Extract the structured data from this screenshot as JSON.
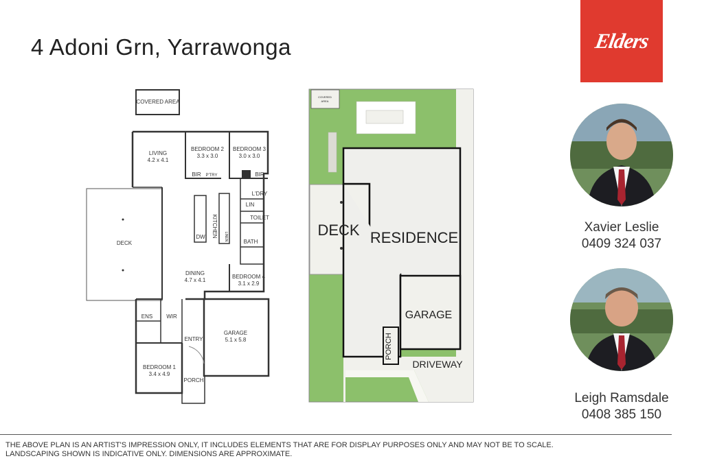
{
  "listing": {
    "address": "4 Adoni Grn, Yarrawonga"
  },
  "brand": {
    "logo_text": "Elders",
    "color": "#e03a2f"
  },
  "floor_plan": {
    "covered_area": "COVERED AREA",
    "living": "LIVING",
    "living_dim": "4.2 x 4.1",
    "bedroom2": "BEDROOM 2",
    "bedroom2_dim": "3.3 x 3.0",
    "bedroom3": "BEDROOM 3",
    "bedroom3_dim": "3.0 x 3.0",
    "bir": "BIR",
    "ptry": "P'TRY",
    "laundry": "L'DRY",
    "lin": "LIN",
    "toilet": "TOILET",
    "bath": "BATH",
    "kitchen": "KITCHEN",
    "dw": "DW",
    "linen": "LINEN",
    "deck": "DECK",
    "dining": "DINING",
    "dining_dim": "4.7 x 4.1",
    "bedroom4": "BEDROOM 4",
    "bedroom4_dim": "3.1 x 2.9",
    "ens": "ENS",
    "wir": "WIR",
    "entry": "ENTRY",
    "garage": "GARAGE",
    "garage_dim": "5.1 x 5.8",
    "bedroom1": "BEDROOM 1",
    "bedroom1_dim": "3.4 x 4.9",
    "porch": "PORCH"
  },
  "site_plan": {
    "covered_area_line1": "COVERED",
    "covered_area_line2": "AREA",
    "deck": "DECK",
    "residence": "RESIDENCE",
    "garage": "GARAGE",
    "porch": "PORCH",
    "driveway": "DRIVEWAY",
    "lawn_color": "#8cc06b"
  },
  "agents": [
    {
      "name": "Xavier Leslie",
      "phone": "0409 324 037"
    },
    {
      "name": "Leigh Ramsdale",
      "phone": "0408 385 150"
    }
  ],
  "disclaimer": {
    "line1": "THE ABOVE PLAN IS AN ARTIST'S IMPRESSION ONLY, IT INCLUDES ELEMENTS THAT ARE FOR DISPLAY PURPOSES ONLY AND MAY NOT BE TO SCALE.",
    "line2": "LANDSCAPING SHOWN IS INDICATIVE ONLY. DIMENSIONS ARE APPROXIMATE."
  }
}
